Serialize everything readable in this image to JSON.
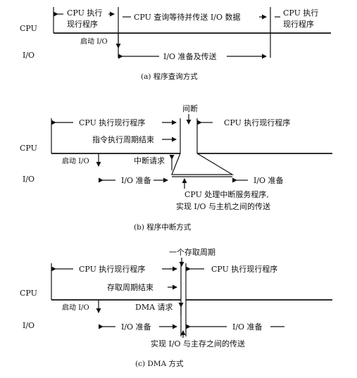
{
  "panel_a": {
    "caption": "(a)  程序查询方式",
    "row_cpu": "CPU",
    "row_io": "I/O",
    "cpu_exec_left_1": "CPU 执行",
    "cpu_exec_left_2": "现行程序",
    "cpu_wait": "CPU 查询等待并传送 I/O 数据",
    "cpu_exec_right_1": "CPU 执行",
    "cpu_exec_right_2": "现行程序",
    "start_io": "启动 I/O",
    "io_prep": "I/O 准备及传送"
  },
  "panel_b": {
    "caption": "(b)  程序中断方式",
    "row_cpu": "CPU",
    "row_io": "I/O",
    "interrupt": "间断",
    "cpu_exec_left": "CPU 执行现行程序",
    "cpu_exec_right": "CPU 执行现行程序",
    "instr_cycle_end": "指令执行周期结束",
    "start_io": "启动 I/O",
    "int_request": "中断请求",
    "io_prep_left": "I/O 准备",
    "io_prep_right": "I/O 准备",
    "service_1": "CPU 处理中断服务程序,",
    "service_2": "实现 I/O 与主机之间的传送"
  },
  "panel_c": {
    "caption": "(c)  DMA 方式",
    "row_cpu": "CPU",
    "row_io": "I/O",
    "access_cycle": "一个存取周期",
    "cpu_exec_left": "CPU 执行现行程序",
    "cpu_exec_right": "CPU 执行现行程序",
    "access_cycle_end": "存取周期结束",
    "start_io": "启动 I/O",
    "dma_request": "DMA 请求",
    "io_prep_left": "I/O 准备",
    "io_prep_right": "I/O 准备",
    "transfer": "实现 I/O 与主存之间的传送"
  }
}
